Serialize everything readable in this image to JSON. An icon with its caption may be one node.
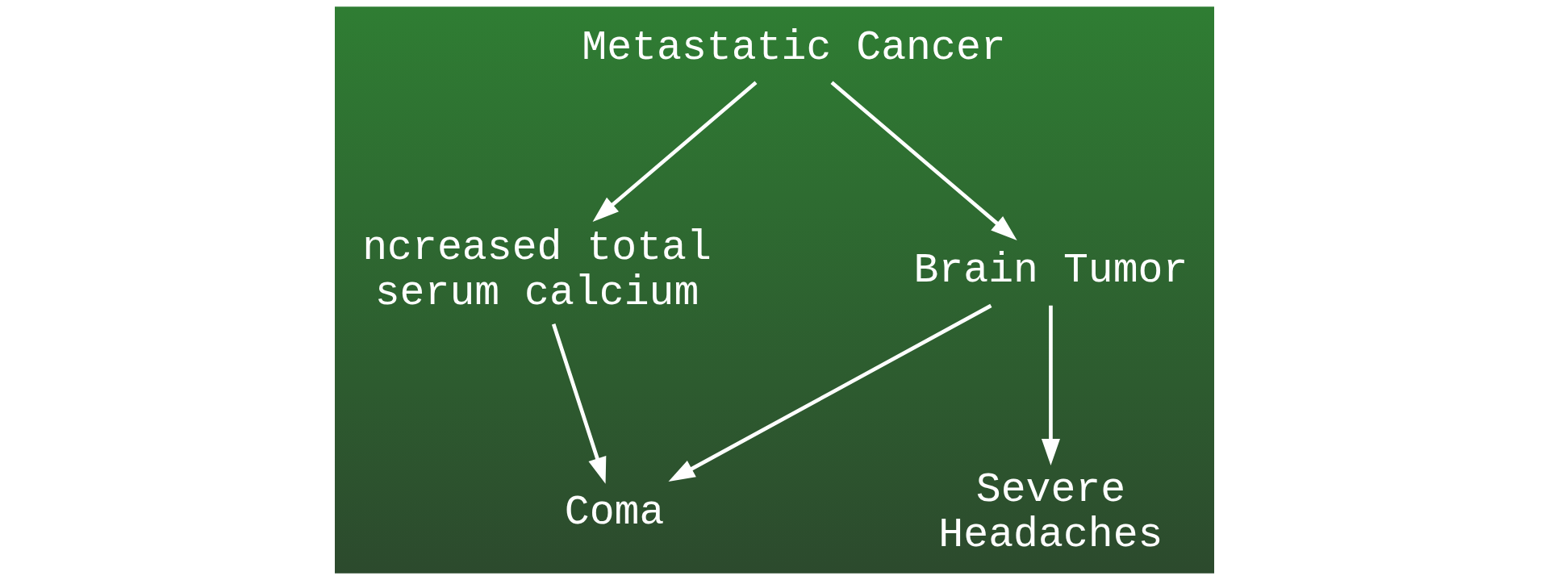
{
  "diagram": {
    "nodes": [
      {
        "text": [
          "Metastatic Cancer"
        ]
      },
      {
        "text": [
          "ncreased total serum calcium"
        ]
      },
      {
        "text": [
          "Brain Tumor"
        ]
      },
      {
        "text": [
          "Coma"
        ]
      },
      {
        "text": [
          "Severe Headaches"
        ]
      }
    ],
    "edges": [
      {
        "from": 0,
        "to": 1,
        "arrow": "to"
      },
      {
        "from": 0,
        "to": 2,
        "arrow": "to"
      },
      {
        "from": 1,
        "to": 3,
        "arrow": "to"
      },
      {
        "from": 2,
        "to": 3,
        "arrow": "to"
      },
      {
        "from": 2,
        "to": 4,
        "arrow": "to"
      }
    ]
  }
}
